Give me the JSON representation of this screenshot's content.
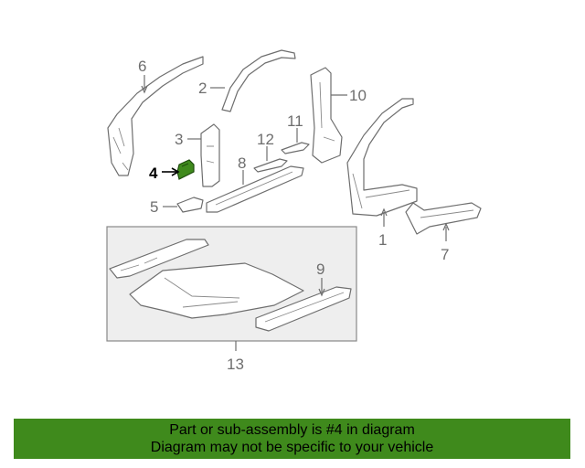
{
  "callouts": {
    "c1": "1",
    "c2": "2",
    "c3": "3",
    "c4": "4",
    "c5": "5",
    "c6": "6",
    "c7": "7",
    "c8": "8",
    "c9": "9",
    "c10": "10",
    "c11": "11",
    "c12": "12",
    "c13": "13"
  },
  "highlight": {
    "part": "4",
    "color": "#3f8a1c"
  },
  "banner": {
    "line1": "Part or sub-assembly is #4 in diagram",
    "line2": "Diagram may not be specific to your vehicle",
    "background": "#3f8a1c"
  }
}
